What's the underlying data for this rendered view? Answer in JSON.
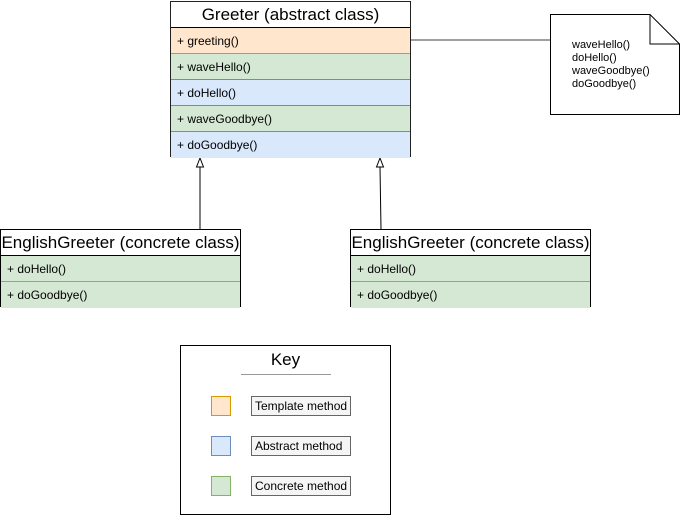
{
  "base_class": {
    "title": "Greeter (abstract class)",
    "methods": [
      {
        "label": "+ greeting()",
        "kind": "template"
      },
      {
        "label": "+ waveHello()",
        "kind": "concrete"
      },
      {
        "label": "+ doHello()",
        "kind": "abstract"
      },
      {
        "label": "+ waveGoodbye()",
        "kind": "concrete"
      },
      {
        "label": "+ doGoodbye()",
        "kind": "abstract"
      }
    ]
  },
  "subclasses": [
    {
      "title": "EnglishGreeter (concrete class)",
      "methods": [
        {
          "label": "+ doHello()",
          "kind": "concrete"
        },
        {
          "label": "+ doGoodbye()",
          "kind": "concrete"
        }
      ]
    },
    {
      "title": "EnglishGreeter (concrete class)",
      "methods": [
        {
          "label": "+ doHello()",
          "kind": "concrete"
        },
        {
          "label": "+ doGoodbye()",
          "kind": "concrete"
        }
      ]
    }
  ],
  "note": {
    "lines": [
      "waveHello()",
      "doHello()",
      "waveGoodbye()",
      "doGoodbye()"
    ]
  },
  "key": {
    "title": "Key",
    "items": [
      {
        "label": "Template method",
        "kind": "template"
      },
      {
        "label": "Abstract method",
        "kind": "abstract"
      },
      {
        "label": "Concrete method",
        "kind": "concrete"
      }
    ]
  },
  "colors": {
    "template_fill": "#ffe6cc",
    "template_stroke": "#d79b00",
    "abstract_fill": "#dae8fc",
    "abstract_stroke": "#6c8ebf",
    "concrete_fill": "#d5e8d4",
    "concrete_stroke": "#82b366"
  }
}
